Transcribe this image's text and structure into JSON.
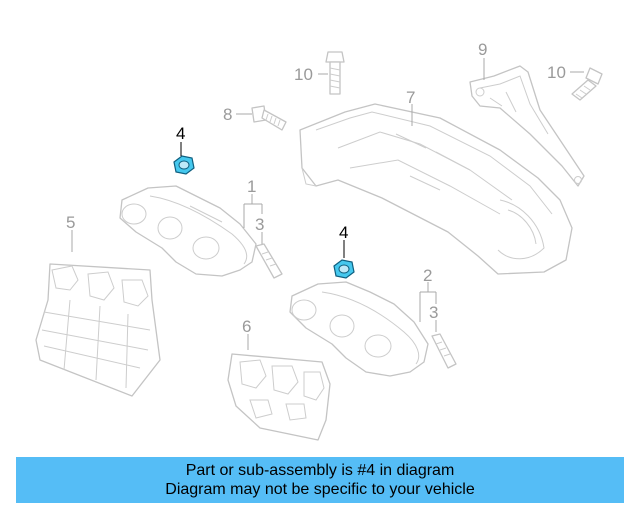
{
  "diagram": {
    "callouts": {
      "c1": "1",
      "c2": "2",
      "c3a": "3",
      "c3b": "3",
      "c4a": "4",
      "c4b": "4",
      "c5": "5",
      "c6": "6",
      "c7": "7",
      "c8": "8",
      "c9": "9",
      "c10a": "10",
      "c10b": "10"
    },
    "highlight_part": "4"
  },
  "banner": {
    "line1": "Part or sub-assembly is #4 in diagram",
    "line2": "Diagram may not be specific to your vehicle",
    "bg_color": "#55bdf6"
  },
  "colors": {
    "highlight": "#45c8ee",
    "outline": "#c4c4c4"
  }
}
